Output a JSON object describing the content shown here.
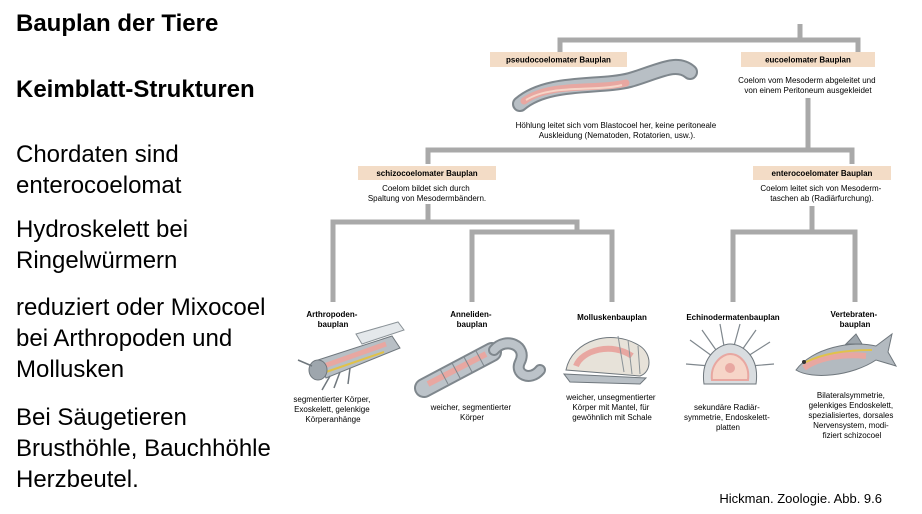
{
  "slide": {
    "title": "Bauplan der Tiere",
    "subtitle": "Keimblatt-Strukturen",
    "bullets": [
      [
        "Chordaten sind",
        "enterocoelomat"
      ],
      [
        "Hydroskelett bei",
        "Ringelwürmern"
      ],
      [
        "reduziert oder Mixocoel",
        "bei Arthropoden und",
        "Mollusken"
      ],
      [
        "Bei Säugetieren",
        "Brusthöhle, Bauchhöhle",
        "Herzbeutel."
      ]
    ],
    "credit": "Hickman. Zoologie. Abb. 9.6"
  },
  "diagram": {
    "colors": {
      "tree_line": "#a9a9a9",
      "tag_fill": "#f3dcc6",
      "tissue_pink": "#e8a7a1",
      "body_gray": "#9ea6ad"
    },
    "pseudo": {
      "tag": "pseudocoelomater Bauplan",
      "desc": [
        "Höhlung leitet sich vom Blastocoel her, keine peritoneale",
        "Auskleidung (Nematoden, Rotatorien, usw.)."
      ]
    },
    "eu": {
      "tag": "eucoelomater Bauplan",
      "desc": [
        "Coelom vom Mesoderm abgeleitet und",
        "von einem Peritoneum ausgekleidet"
      ]
    },
    "schizo": {
      "tag": "schizocoelomater Bauplan",
      "desc": [
        "Coelom bildet sich durch",
        "Spaltung von Mesodermbändern."
      ]
    },
    "entero": {
      "tag": "enterocoelomater Bauplan",
      "desc": [
        "Coelom leitet sich von Mesoderm-",
        "taschen ab (Radiärfurchung)."
      ]
    },
    "leaves": [
      {
        "head": [
          "Arthropoden-",
          "bauplan"
        ],
        "desc": [
          "segmentierter Körper,",
          "Exoskelett, gelenkige",
          "Körperanhänge"
        ]
      },
      {
        "head": [
          "Anneliden-",
          "bauplan"
        ],
        "desc": [
          "weicher, segmentierter",
          "Körper"
        ]
      },
      {
        "head": [
          "Molluskenbauplan"
        ],
        "desc": [
          "weicher, unsegmentierter",
          "Körper mit Mantel, für",
          "gewöhnlich mit Schale"
        ]
      },
      {
        "head": [
          "Echinodermatenbauplan"
        ],
        "desc": [
          "sekundäre Radiär-",
          "symmetrie, Endoskelett-",
          "platten"
        ]
      },
      {
        "head": [
          "Vertebraten-",
          "bauplan"
        ],
        "desc": [
          "Bilateralsymmetrie,",
          "gelenkiges Endoskelett,",
          "spezialisiertes, dorsales",
          "Nervensystem, modi-",
          "fiziert schizocoel"
        ]
      }
    ]
  }
}
